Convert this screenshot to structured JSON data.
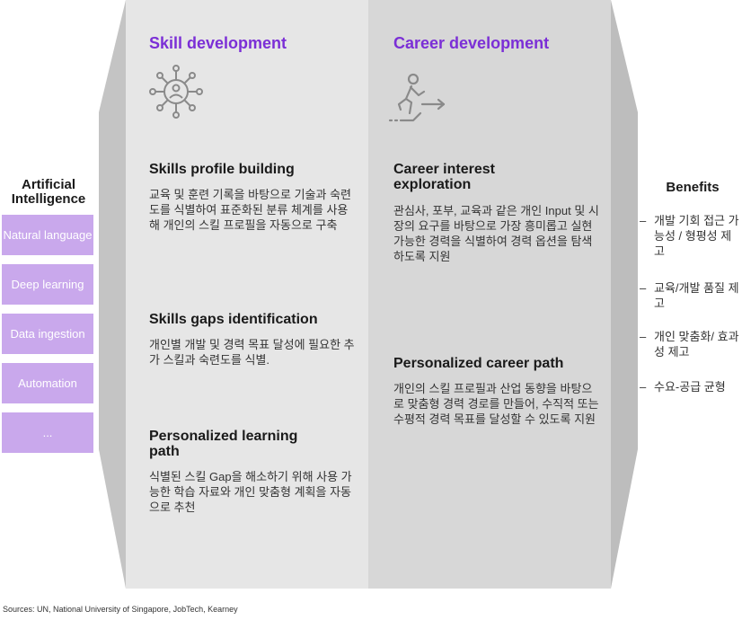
{
  "ai": {
    "title": "Artificial Intelligence",
    "items": [
      "Natural language",
      "Deep learning",
      "Data ingestion",
      "Automation",
      "..."
    ]
  },
  "skill": {
    "heading": "Skill development",
    "icon": "network-person-icon",
    "sections": [
      {
        "title": "Skills profile building",
        "body": "교육 및 훈련 기록을 바탕으로 기술과 숙련도를 식별하여 표준화된 분류 체계를 사용해 개인의 스킬 프로필을 자동으로 구축"
      },
      {
        "title": "Skills gaps identification",
        "body": "개인별 개발 및 경력 목표 달성에 필요한 추가 스킬과 숙련도를 식별."
      },
      {
        "title": "Personalized learning path",
        "body": "식별된 스킬 Gap을 해소하기 위해 사용 가능한 학습 자료와 개인 맞춤형 계획을 자동으로 추천"
      }
    ]
  },
  "career": {
    "heading": "Career development",
    "icon": "climbing-stairs-icon",
    "sections": [
      {
        "title": "Career interest exploration",
        "body": "관심사, 포부, 교육과 같은 개인 Input 및 시장의 요구를 바탕으로 가장 흥미롭고 실현 가능한 경력을 식별하여 경력 옵션을 탐색하도록 지원"
      },
      {
        "title": "Personalized career path",
        "body": "개인의 스킬 프로필과 산업 동향을 바탕으로 맞춤형 경력 경로를 만들어, 수직적 또는 수평적 경력 목표를 달성할 수 있도록 지원"
      }
    ]
  },
  "benefits": {
    "title": "Benefits",
    "dash": "–",
    "items": [
      "개발 기회 접근 가능성 / 형평성 제고",
      "교육/개발 품질 제고",
      "개인 맞춤화/ 효과성 제고",
      "수요-공급 균형"
    ]
  },
  "source": "Sources: UN, National University of Singapore, JobTech, Kearney",
  "colors": {
    "accent": "#7b2fd6",
    "box": "#c9a8ec",
    "panel_light": "#e6e6e6",
    "panel_dark": "#d7d7d7",
    "side": "#bdbdbd"
  }
}
